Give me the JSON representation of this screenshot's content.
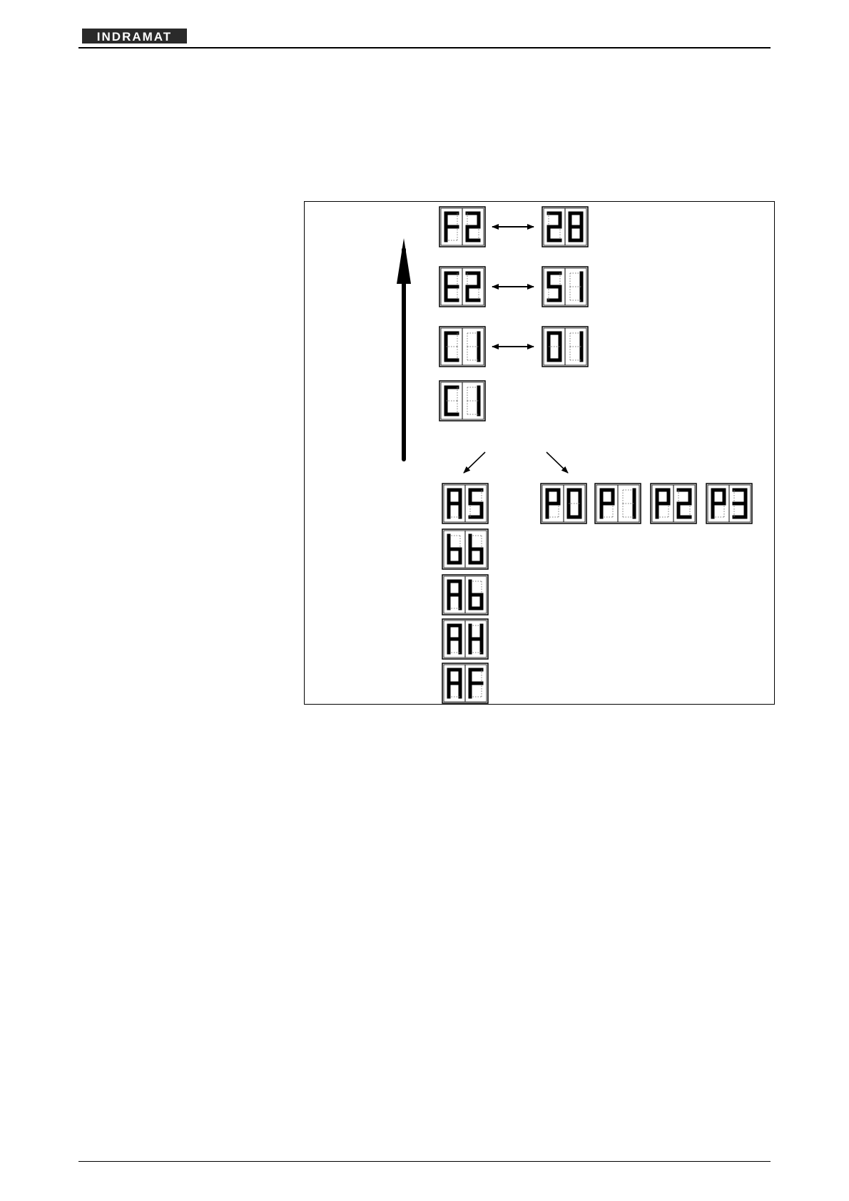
{
  "header": {
    "logo_text": "INDRAMAT"
  },
  "colors": {
    "ink": "#000000",
    "paper": "#ffffff",
    "logo_bg": "#2a2a2a"
  },
  "diagram": {
    "main_chain": [
      {
        "code": "F2",
        "pair": "28"
      },
      {
        "code": "E2",
        "pair": "S1"
      },
      {
        "code": "C1",
        "pair": "01"
      },
      {
        "code": "C1",
        "pair": null
      }
    ],
    "left_branch": [
      "AS",
      "bb",
      "Ab",
      "AH",
      "AF"
    ],
    "right_branch": [
      "P0",
      "P1",
      "P2",
      "P3"
    ]
  }
}
